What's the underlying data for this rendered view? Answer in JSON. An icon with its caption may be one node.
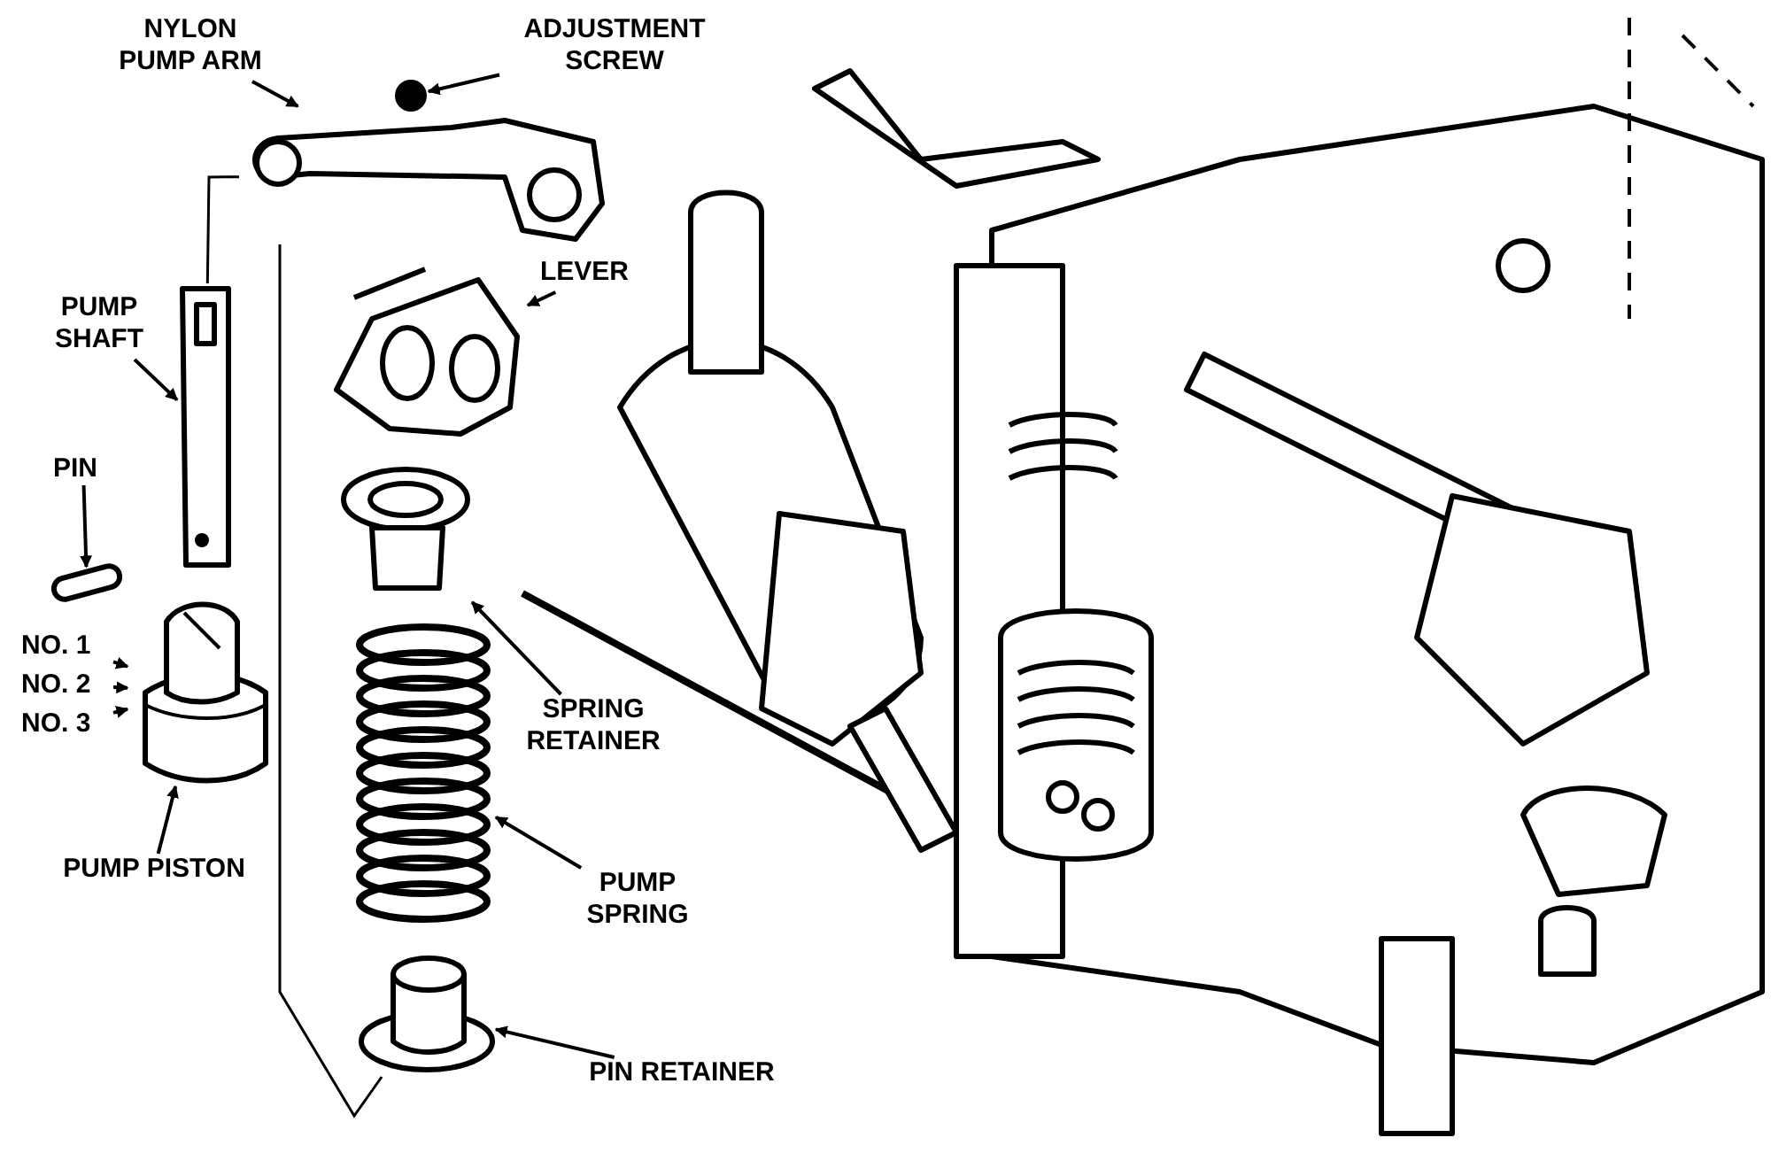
{
  "diagram": {
    "nodes": [
      {
        "text": [
          "NYLON PUMP ARM"
        ]
      },
      {
        "text": [],
        "shape": "picture"
      },
      {
        "text": [
          "ADJUSTMENT SCREW"
        ]
      },
      {
        "text": [],
        "shape": "circle"
      },
      {
        "text": [
          "LEVER"
        ]
      },
      {
        "text": [],
        "shape": "picture"
      },
      {
        "text": [
          "PUMP SHAFT"
        ]
      },
      {
        "text": [],
        "shape": "picture"
      },
      {
        "text": [
          "PIN"
        ]
      },
      {
        "text": [],
        "shape": "bar"
      },
      {
        "text": [
          "NO. 1"
        ]
      },
      {
        "text": [
          "NO. 2"
        ]
      },
      {
        "text": [
          "NO. 3"
        ]
      },
      {
        "text": [],
        "shape": "cylinder"
      },
      {
        "text": [
          "PUMP PISTON"
        ]
      },
      {
        "text": [],
        "shape": "picture"
      },
      {
        "text": [
          "SPRING RETAINER"
        ]
      },
      {
        "text": [],
        "shape": "picture"
      },
      {
        "text": [
          "PUMP SPRING"
        ]
      },
      {
        "text": [],
        "shape": "cylinder"
      },
      {
        "text": [
          "PIN RETAINER"
        ]
      }
    ],
    "edges": [
      {
        "from": 0,
        "to": 1,
        "arrow": "to"
      },
      {
        "from": 2,
        "to": 3,
        "arrow": "to"
      },
      {
        "from": 4,
        "to": 5,
        "arrow": "to"
      },
      {
        "from": 6,
        "to": 7,
        "arrow": "to"
      },
      {
        "from": 8,
        "to": 9,
        "arrow": "to"
      },
      {
        "from": 10,
        "to": 13,
        "arrow": "to"
      },
      {
        "from": 11,
        "to": 13,
        "arrow": "to"
      },
      {
        "from": 12,
        "to": 13,
        "arrow": "to"
      },
      {
        "from": 14,
        "to": 13,
        "arrow": "to"
      },
      {
        "from": 16,
        "to": 15,
        "arrow": "to"
      },
      {
        "from": 18,
        "to": 17,
        "arrow": "to"
      },
      {
        "from": 20,
        "to": 19,
        "arrow": "to"
      },
      {
        "from": 1,
        "to": 7,
        "arrow": "none"
      },
      {
        "from": 1,
        "to": 19,
        "arrow": "none"
      }
    ]
  }
}
